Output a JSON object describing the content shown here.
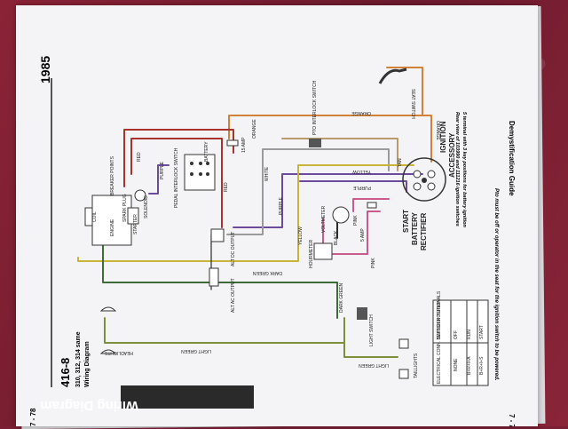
{
  "header": {
    "year": "1985",
    "model": "416-8",
    "models_same": "310, 312, 314 same",
    "doc_title": "Wiring Diagram",
    "banner": "Wiring Diagram",
    "guide": "Demystification Guide",
    "page_number": "7 - 78"
  },
  "notes": {
    "rear_view_1": "Rear view of 103990 and 111216 ignition switches",
    "rear_view_2": "5 terminal with 3 key positions for battery ignition",
    "footer_note": "Pto must be off or operator in the seat for the ignition switch to be powered."
  },
  "labels": {
    "seat_switch": "SEAT SWITCH",
    "orange_top": "ORANGE",
    "orange_right": "ORANGE",
    "ignition": "IGNITION",
    "accessory": "ACCESSORY",
    "start": "START",
    "battery": "BATTERY",
    "rectifier": "RECTIFIER",
    "pto_switch": "PTO INTERLOCK SWITCH",
    "tan": "TAN",
    "fuse_15amp": "15 AMP",
    "orange_mid": "ORANGE",
    "red_top": "RED",
    "red_mid": "RED",
    "purple_a": "PURPLE",
    "purple_b": "PURPLE",
    "purple_c": "PURPLE",
    "white": "WHITE",
    "yellow_a": "YELLOW",
    "yellow_b": "YELLOW",
    "battery_box": "BATTERY",
    "pedal_switch": "PEDAL INTERLOCK SWITCH",
    "breaker_points": "BREAKER POINTS",
    "coil": "COIL",
    "engine": "ENGINE",
    "spark_plug": "SPARK PLUG",
    "starter": "STARTER",
    "solenoid": "SOLENOID",
    "alt_dc": "ALT DC OUTPUT",
    "alt_ac": "ALT AC OUTPUT",
    "dark_green_a": "DARK GREEN",
    "dark_green_b": "DARK GREEN",
    "voltmeter": "VOLTMETER",
    "hourmeter": "HOURMETER",
    "black": "BLACK",
    "pink_a": "PINK",
    "pink_b": "PINK",
    "fuse_5amp": "5 AMP",
    "light_switch": "LIGHT SWITCH",
    "light_green_a": "LIGHT GREEN",
    "light_green_b": "LIGHT GREEN",
    "headlights": "HEADLIGHTS",
    "taillights": "TAILLIGHTS"
  },
  "switch_table": {
    "headers": [
      "SWITCH POSITION",
      "ELECTRICAL CONN. BETWEEN TERMINALS"
    ],
    "rows": [
      [
        "OFF",
        "NONE"
      ],
      [
        "RUN",
        "B+R+I+A"
      ],
      [
        "START",
        "B+R+I+S"
      ]
    ]
  },
  "wire_colors": {
    "orange": "#d2813a",
    "red": "#a8322c",
    "purple": "#6b4c9a",
    "yellow": "#c9b43a",
    "dark_green": "#3f6a3a",
    "light_green": "#7c8f3c",
    "pink": "#c95b8d",
    "tan": "#b99a6b",
    "black": "#2a2a2a"
  }
}
